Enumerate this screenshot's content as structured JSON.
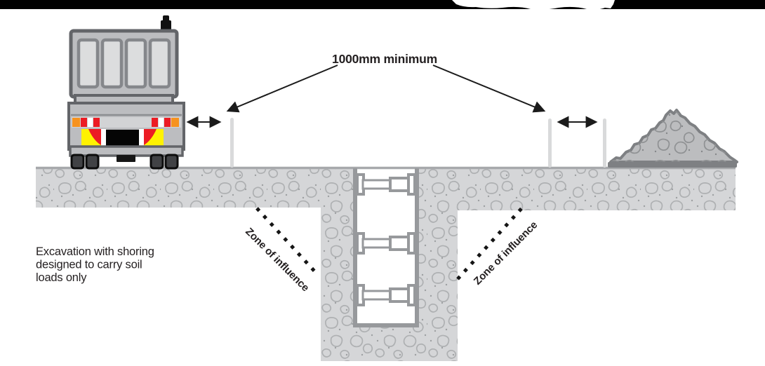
{
  "labels": {
    "distance": "1000mm minimum",
    "zone_left": "Zone of influence",
    "zone_right": "Zone of influence",
    "caption_line1": "Excavation with shoring",
    "caption_line2": "designed to carry soil",
    "caption_line3": "loads only"
  },
  "colors": {
    "soil_fill": "#d5d6d8",
    "soil_rock": "#aeb0b2",
    "surface_line": "#a7a9ac",
    "shoring_gray": "#97999c",
    "post_gray": "#d9dadb",
    "pile_fill": "#bcbdbf",
    "pile_outline": "#7e8083",
    "pile_rock": "#8f9193",
    "truck_body": "#bcbdc0",
    "truck_outline": "#636569",
    "truck_panel": "#dcddde",
    "marker_orange": "#f6921e",
    "marker_red": "#ec1c24",
    "chevron_yellow": "#fff200",
    "ink": "#231f20",
    "top_bar": "#000000"
  },
  "icons": {
    "truck": "dump-truck-rear-view",
    "pile": "spoil-pile",
    "shoring": "trench-shoring-struts",
    "posts": "barrier-marker-posts",
    "arrows": "distance-arrows"
  }
}
